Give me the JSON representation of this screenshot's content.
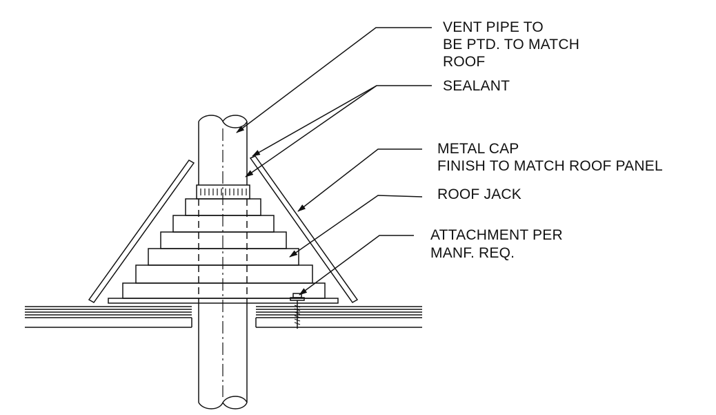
{
  "callouts": {
    "vent_pipe": [
      "VENT PIPE TO",
      "BE PTD. TO MATCH",
      "ROOF"
    ],
    "sealant": [
      "SEALANT"
    ],
    "metal_cap": [
      "METAL CAP",
      "FINISH TO MATCH ROOF PANEL"
    ],
    "roof_jack": [
      "ROOF JACK"
    ],
    "attachment": [
      "ATTACHMENT PER",
      "MANF. REQ."
    ]
  },
  "colors": {
    "ink": "#111111",
    "paper": "#ffffff"
  }
}
